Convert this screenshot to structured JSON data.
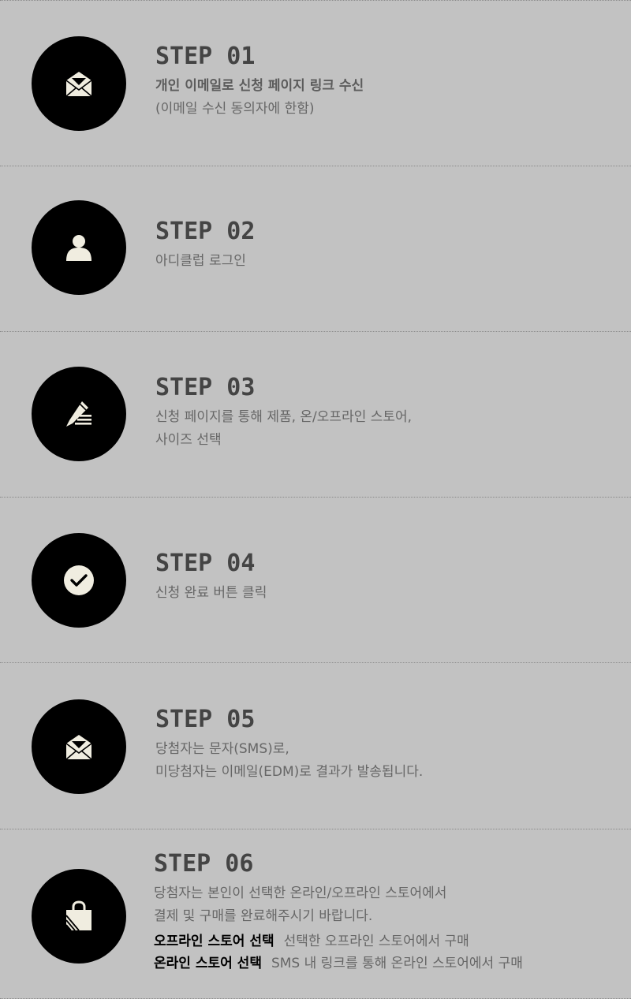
{
  "steps": [
    {
      "title": "STEP 01",
      "icon": "envelope-open-icon",
      "lines": [
        "개인 이메일로 신청 페이지 링크 수신",
        "(이메일 수신 동의자에 한함)"
      ]
    },
    {
      "title": "STEP 02",
      "icon": "user-icon",
      "lines": [
        "아디클럽 로그인"
      ]
    },
    {
      "title": "STEP 03",
      "icon": "pencil-icon",
      "lines": [
        "신청 페이지를 통해 제품, 온/오프라인 스토어,",
        "사이즈 선택"
      ]
    },
    {
      "title": "STEP 04",
      "icon": "check-circle-icon",
      "lines": [
        "신청 완료 버튼 클릭"
      ]
    },
    {
      "title": "STEP 05",
      "icon": "envelope-open-icon",
      "lines": [
        "당첨자는 문자(SMS)로,",
        "미당첨자는 이메일(EDM)로 결과가 발송됩니다."
      ]
    },
    {
      "title": "STEP 06",
      "icon": "shopping-bag-icon",
      "lines": [
        "당첨자는 본인이 선택한 온라인/오프라인 스토어에서",
        "결제 및 구매를 완료해주시기 바랍니다."
      ],
      "options": [
        {
          "label": "오프라인 스토어 선택",
          "desc": "선택한 오프라인 스토어에서 구매"
        },
        {
          "label": "온라인 스토어 선택",
          "desc": "SMS 내 링크를 통해 온라인 스토어에서 구매"
        }
      ]
    }
  ]
}
